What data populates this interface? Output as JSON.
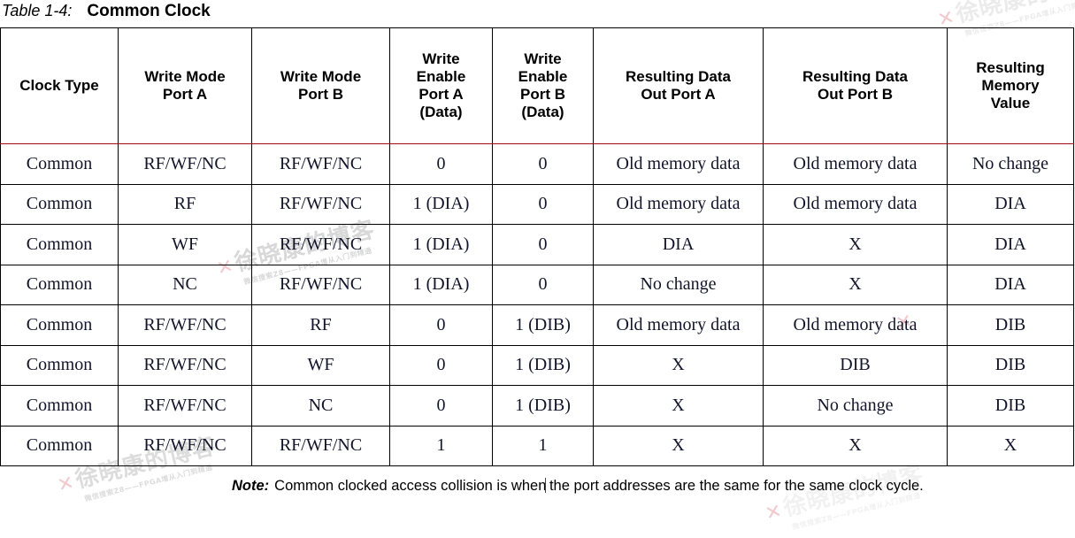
{
  "caption": {
    "label": "Table 1-4:",
    "title": "Common Clock"
  },
  "table": {
    "headers": [
      "Clock Type",
      "Write Mode\nPort A",
      "Write Mode\nPort B",
      "Write\nEnable\nPort A\n(Data)",
      "Write\nEnable\nPort B\n(Data)",
      "Resulting Data\nOut Port A",
      "Resulting Data\nOut Port B",
      "Resulting\nMemory\nValue"
    ],
    "header_divider_color": "#a80818",
    "rows": [
      [
        "Common",
        "RF/WF/NC",
        "RF/WF/NC",
        "0",
        "0",
        "Old memory data",
        "Old memory data",
        "No change"
      ],
      [
        "Common",
        "RF",
        "RF/WF/NC",
        "1 (DIA)",
        "0",
        "Old memory data",
        "Old memory data",
        "DIA"
      ],
      [
        "Common",
        "WF",
        "RF/WF/NC",
        "1 (DIA)",
        "0",
        "DIA",
        "X",
        "DIA"
      ],
      [
        "Common",
        "NC",
        "RF/WF/NC",
        "1 (DIA)",
        "0",
        "No change",
        "X",
        "DIA"
      ],
      [
        "Common",
        "RF/WF/NC",
        "RF",
        "0",
        "1 (DIB)",
        "Old memory data",
        "Old memory data",
        "DIB"
      ],
      [
        "Common",
        "RF/WF/NC",
        "WF",
        "0",
        "1 (DIB)",
        "X",
        "DIB",
        "DIB"
      ],
      [
        "Common",
        "RF/WF/NC",
        "NC",
        "0",
        "1 (DIB)",
        "X",
        "No change",
        "DIB"
      ],
      [
        "Common",
        "RF/WF/NC",
        "RF/WF/NC",
        "1",
        "1",
        "X",
        "X",
        "X"
      ]
    ]
  },
  "note": {
    "label": "Note:",
    "text_before_caret": "Common clocked access collision is when",
    "text_after_caret": " the port addresses are the same for the same clock cycle."
  },
  "watermarks": {
    "big": "徐晓康",
    "big2": "的博客",
    "small": "微信搜索Z8——FPGA增从入门到精通"
  }
}
